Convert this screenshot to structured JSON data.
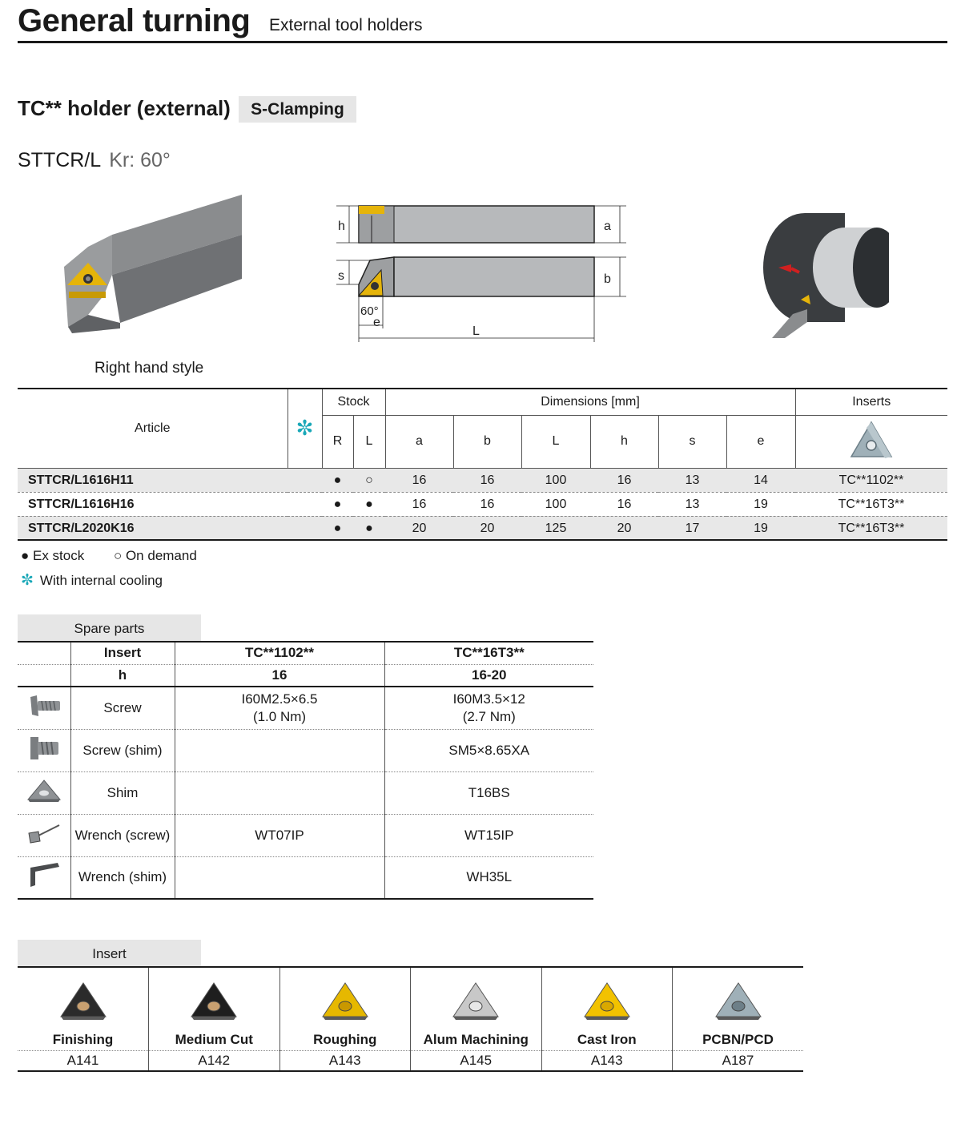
{
  "header": {
    "title": "General turning",
    "subtitle": "External tool holders"
  },
  "section": {
    "title": "TC** holder (external)",
    "clamping": "S-Clamping",
    "model": "STTCR/L",
    "kr": "Kr: 60°"
  },
  "drawing": {
    "hand_caption": "Right hand style",
    "labels": {
      "h": "h",
      "a": "a",
      "s": "s",
      "b": "b",
      "angle": "60°",
      "e": "e",
      "L": "L"
    }
  },
  "main_table": {
    "headers": {
      "article": "Article",
      "stock": "Stock",
      "dimensions": "Dimensions [mm]",
      "inserts": "Inserts"
    },
    "subheaders": [
      "R",
      "L",
      "a",
      "b",
      "L",
      "h",
      "s",
      "e"
    ],
    "cooling_icon": "✼",
    "rows": [
      {
        "article": "STTCR/L1616H11",
        "R": "●",
        "L": "○",
        "a": "16",
        "b": "16",
        "len": "100",
        "h": "16",
        "s": "13",
        "e": "14",
        "insert": "TC**1102**"
      },
      {
        "article": "STTCR/L1616H16",
        "R": "●",
        "L": "●",
        "a": "16",
        "b": "16",
        "len": "100",
        "h": "16",
        "s": "13",
        "e": "19",
        "insert": "TC**16T3**"
      },
      {
        "article": "STTCR/L2020K16",
        "R": "●",
        "L": "●",
        "a": "20",
        "b": "20",
        "len": "125",
        "h": "20",
        "s": "17",
        "e": "19",
        "insert": "TC**16T3**"
      }
    ]
  },
  "legend": {
    "ex_stock": "● Ex stock",
    "on_demand": "○ On demand",
    "cooling_icon": "✼",
    "cooling": "With internal cooling"
  },
  "spare_parts": {
    "tab": "Spare parts",
    "insert_label": "Insert",
    "h_label": "h",
    "columns": [
      {
        "insert": "TC**1102**",
        "h": "16"
      },
      {
        "insert": "TC**16T3**",
        "h": "16-20"
      }
    ],
    "rows": [
      {
        "icon": "screw-icon",
        "name": "Screw",
        "c1a": "I60M2.5×6.5",
        "c1b": "(1.0 Nm)",
        "c2a": "I60M3.5×12",
        "c2b": "(2.7 Nm)"
      },
      {
        "icon": "shim-screw-icon",
        "name": "Screw (shim)",
        "c1a": "",
        "c1b": "",
        "c2a": "SM5×8.65XA",
        "c2b": ""
      },
      {
        "icon": "shim-icon",
        "name": "Shim",
        "c1a": "",
        "c1b": "",
        "c2a": "T16BS",
        "c2b": ""
      },
      {
        "icon": "torx-wrench-icon",
        "name": "Wrench (screw)",
        "c1a": "WT07IP",
        "c1b": "",
        "c2a": "WT15IP",
        "c2b": ""
      },
      {
        "icon": "hex-key-icon",
        "name": "Wrench (shim)",
        "c1a": "",
        "c1b": "",
        "c2a": "WH35L",
        "c2b": ""
      }
    ]
  },
  "insert_grades": {
    "tab": "Insert",
    "items": [
      {
        "name": "Finishing",
        "code": "A141",
        "color": "#2b2b2b",
        "accent": "#c8a070"
      },
      {
        "name": "Medium Cut",
        "code": "A142",
        "color": "#1e1e1e",
        "accent": "#c8a070"
      },
      {
        "name": "Roughing",
        "code": "A143",
        "color": "#e6b800",
        "accent": "#c99800"
      },
      {
        "name": "Alum Machining",
        "code": "A145",
        "color": "#c8c8c8",
        "accent": "#e8e8e8"
      },
      {
        "name": "Cast Iron",
        "code": "A143",
        "color": "#f2c200",
        "accent": "#d9a800"
      },
      {
        "name": "PCBN/PCD",
        "code": "A187",
        "color": "#9fb0b8",
        "accent": "#6d7f88"
      }
    ]
  }
}
